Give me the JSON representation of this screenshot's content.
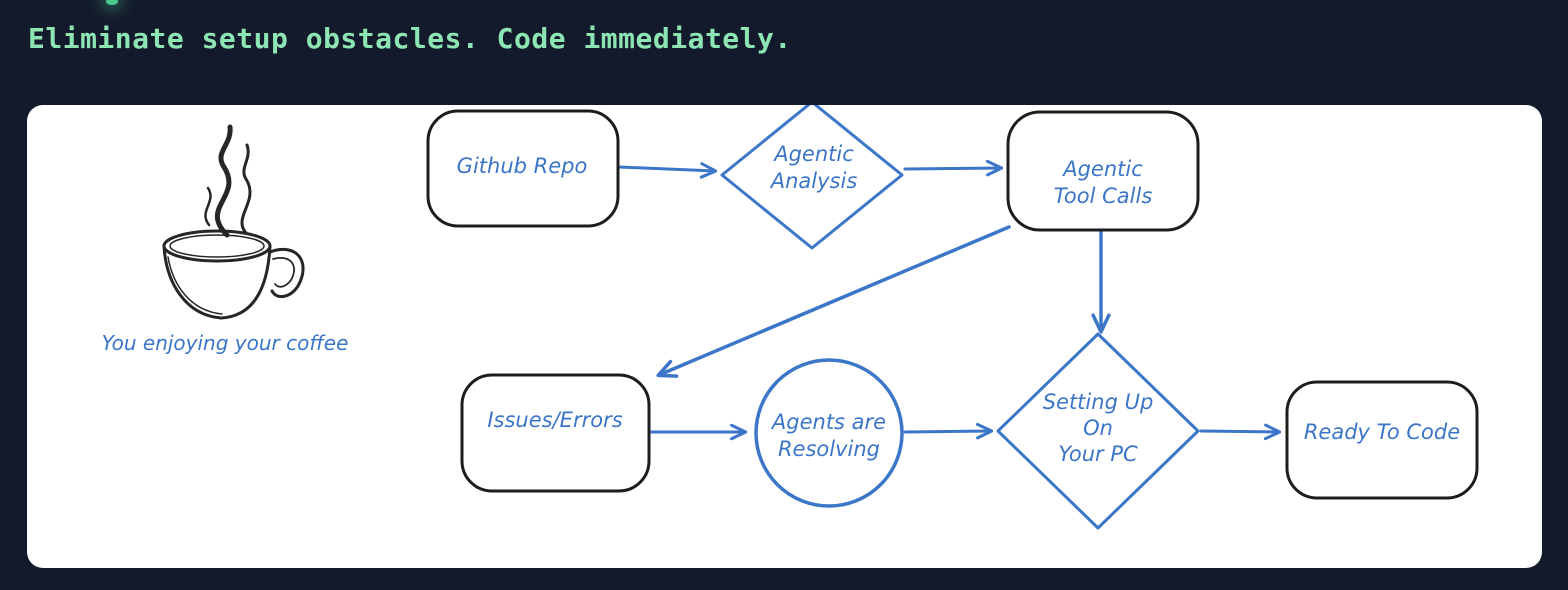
{
  "colors": {
    "page_background": "#131a2b",
    "heading_green": "#8de5b3",
    "diagram_blue": "#3b76c8",
    "sketch_black": "#1d1d1d",
    "panel_white": "#ffffff",
    "glow_dot_teal": "#53dd9c"
  },
  "header": {
    "title": "Eliminate setup obstacles. Code immediately."
  },
  "diagram": {
    "caption": "You enjoying your coffee",
    "illustration_icon": "steaming-coffee-cup-sketch",
    "nodes": {
      "github_repo": {
        "shape": "rounded-rect",
        "label": "Github Repo"
      },
      "agentic_analysis": {
        "shape": "diamond",
        "lines": [
          "Agentic",
          "Analysis"
        ]
      },
      "agentic_tool_calls": {
        "shape": "rounded-rect",
        "lines": [
          "Agentic",
          "Tool Calls"
        ]
      },
      "issues_errors": {
        "shape": "rounded-rect",
        "label": "Issues/Errors"
      },
      "agents_resolving": {
        "shape": "circle",
        "lines": [
          "Agents are",
          "Resolving"
        ]
      },
      "setting_up": {
        "shape": "diamond",
        "lines": [
          "Setting Up",
          "On",
          "Your PC"
        ]
      },
      "ready_to_code": {
        "shape": "rounded-rect",
        "label": "Ready To Code"
      }
    },
    "edges": [
      {
        "from": "github_repo",
        "to": "agentic_analysis"
      },
      {
        "from": "agentic_analysis",
        "to": "agentic_tool_calls"
      },
      {
        "from": "agentic_tool_calls",
        "to": "issues_errors"
      },
      {
        "from": "agentic_tool_calls",
        "to": "setting_up"
      },
      {
        "from": "issues_errors",
        "to": "agents_resolving"
      },
      {
        "from": "agents_resolving",
        "to": "setting_up"
      },
      {
        "from": "setting_up",
        "to": "ready_to_code"
      }
    ]
  }
}
